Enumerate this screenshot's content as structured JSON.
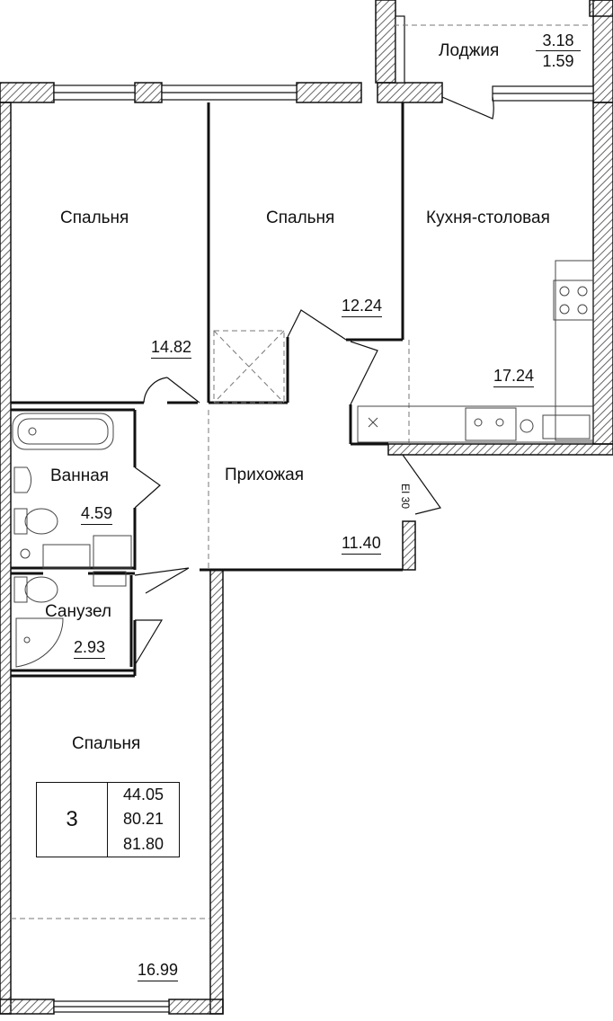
{
  "rooms": {
    "bedroom1": {
      "label": "Спальня",
      "area": "14.82"
    },
    "bedroom2": {
      "label": "Спальня",
      "area": "12.24"
    },
    "kitchen": {
      "label": "Кухня-столовая",
      "area": "17.24"
    },
    "loggia": {
      "label": "Лоджия",
      "area_full": "3.18",
      "area_reduced": "1.59"
    },
    "bathroom": {
      "label": "Ванная",
      "area": "4.59"
    },
    "hallway": {
      "label": "Прихожая",
      "area": "11.40"
    },
    "toilet": {
      "label": "Санузел",
      "area": "2.93"
    },
    "bedroom3": {
      "label": "Спальня",
      "area": "16.99"
    }
  },
  "summary": {
    "rooms_count": "3",
    "living_area": "44.05",
    "total_area": "80.21",
    "total_with_loggia": "81.80"
  },
  "door_marking": "EI 30",
  "colors": {
    "wall": "#111111",
    "wall_fill": "#6e6e6e",
    "summary_bg": "#f2f2f2"
  }
}
